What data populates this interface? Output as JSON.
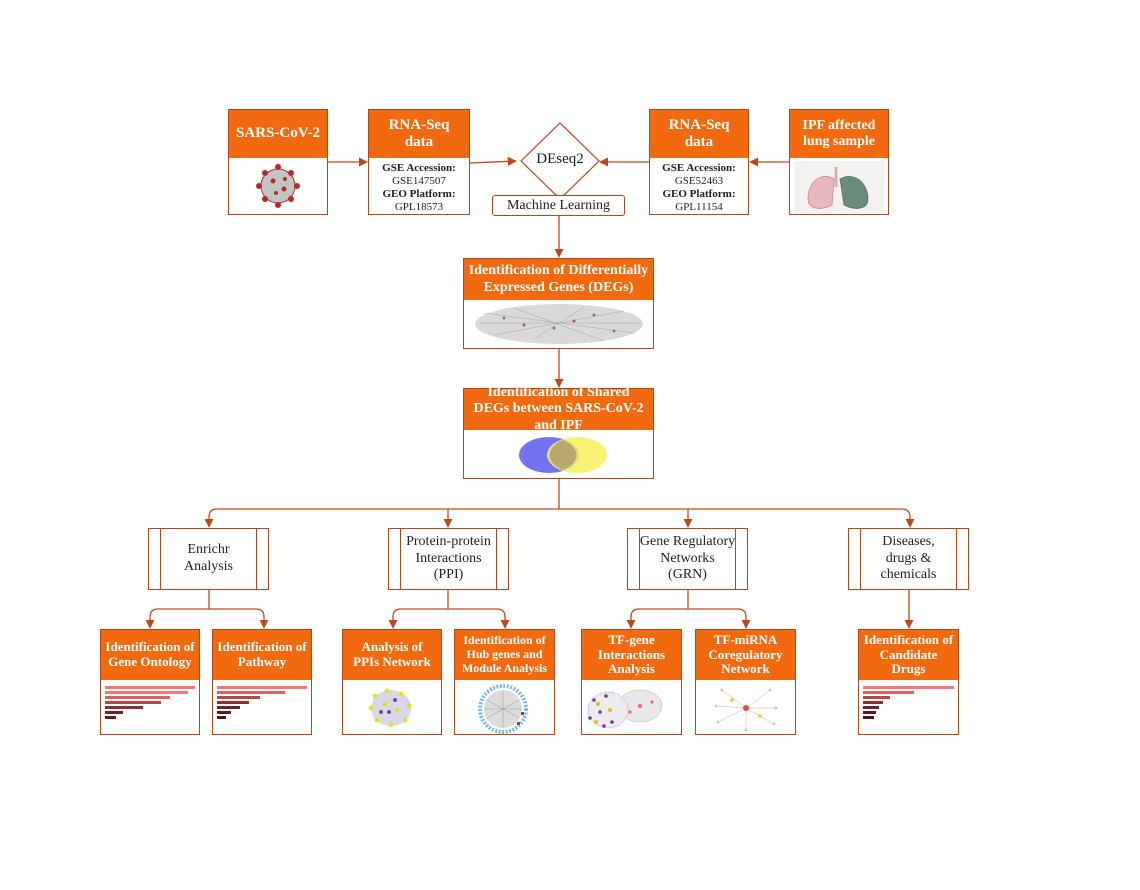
{
  "inputs": {
    "sarscov2": {
      "title": "SARS-CoV-2"
    },
    "rnaseq_left": {
      "title": "RNA-Seq data",
      "gse_label": "GSE Accession:",
      "gse_value": "GSE147507",
      "geo_label": "GEO Platform:",
      "geo_value": "GPL18573"
    },
    "rnaseq_right": {
      "title": "RNA-Seq data",
      "gse_label": "GSE Accession:",
      "gse_value": "GSE52463",
      "geo_label": "GEO Platform:",
      "geo_value": "GPL11154"
    },
    "ipf": {
      "title": "IPF affected lung sample"
    }
  },
  "deseq": {
    "label": "DEseq2",
    "ml_label": "Machine Learning"
  },
  "degs": {
    "title": "Identification of Differentially Expressed Genes (DEGs)"
  },
  "shared": {
    "title": "Identification of Shared DEGs between SARS-CoV-2 and IPF"
  },
  "methods": {
    "enrichr": "Enrichr Analysis",
    "ppi": "Protein-protein Interactions (PPI)",
    "grn": "Gene Regulatory Networks (GRN)",
    "diseases": "Diseases, drugs & chemicals"
  },
  "outputs": {
    "gene_ontology": "Identification of Gene Ontology",
    "pathway": "Identification of Pathway",
    "ppi_network": "Analysis of PPIs Network",
    "hub_genes": "Identification of Hub genes and Module Analysis",
    "tf_gene": "TF-gene Interactions Analysis",
    "tf_mirna": "TF-miRNA Coregulatory Network",
    "candidate_drugs": "Identification of Candidate Drugs"
  },
  "colors": {
    "header_fill": "#f26a10",
    "border": "#b5471a",
    "arrow": "#c0471a",
    "venn_left": "#6b6bf0",
    "venn_right": "#f5f05a"
  }
}
